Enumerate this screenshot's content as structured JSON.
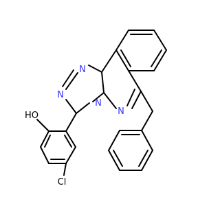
{
  "colors": {
    "background": "#ffffff",
    "bond": "#000000",
    "nitrogen": "#3333ff",
    "oxygen": "#000000",
    "chlorine": "#000000"
  },
  "atoms": {
    "n1": "N",
    "n2": "N",
    "n3": "N",
    "n4": "N",
    "n5": "N",
    "oh": "HO",
    "cl": "Cl"
  }
}
